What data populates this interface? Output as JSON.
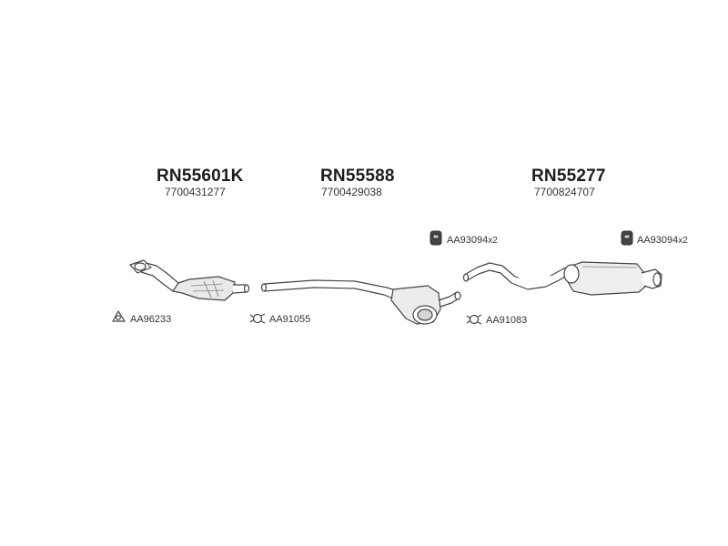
{
  "parts": [
    {
      "part_number": "RN55601K",
      "oe_number": "7700431277",
      "kind": "catalytic-converter"
    },
    {
      "part_number": "RN55588",
      "oe_number": "7700429038",
      "kind": "middle-silencer"
    },
    {
      "part_number": "RN55277",
      "oe_number": "7700824707",
      "kind": "rear-silencer"
    }
  ],
  "accessories": [
    {
      "code": "AA96233",
      "quantity": "",
      "icon": "gasket-icon"
    },
    {
      "code": "AA91055",
      "quantity": "",
      "icon": "clamp-icon"
    },
    {
      "code": "AA91083",
      "quantity": "",
      "icon": "clamp-icon"
    },
    {
      "code": "AA93094",
      "quantity": "x2",
      "icon": "rubber-hanger-icon"
    },
    {
      "code": "AA93094",
      "quantity": "x2",
      "icon": "rubber-hanger-icon"
    }
  ],
  "colors": {
    "line": "#444444",
    "fill": "#ffffff",
    "shade": "#bbbbbb",
    "dark": "#333333"
  }
}
